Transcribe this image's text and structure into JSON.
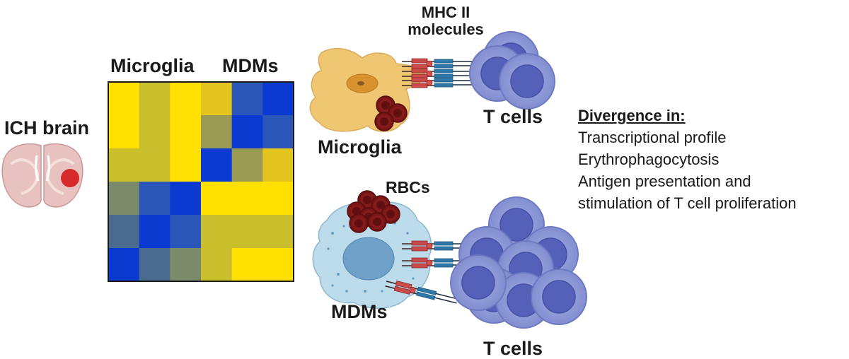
{
  "labels": {
    "ich_brain": "ICH brain",
    "heatmap_microglia": "Microglia",
    "heatmap_mdms": "MDMs",
    "mhc_line1": "MHC II",
    "mhc_line2": "molecules",
    "t_cells_top": "T cells",
    "microglia_cell": "Microglia",
    "rbcs": "RBCs",
    "mdms_cell": "MDMs",
    "t_cells_bottom": "T cells"
  },
  "divergence": {
    "heading": "Divergence in:",
    "items": [
      "Transcriptional profile",
      "Erythrophagocytosis",
      "Antigen presentation and",
      "stimulation of T cell proliferation"
    ]
  },
  "heatmap": {
    "rows": 6,
    "cols": 6,
    "cells": [
      [
        "#ffe000",
        "#c9bf2c",
        "#ffe000",
        "#e4c520",
        "#2a56b8",
        "#0a3ad0"
      ],
      [
        "#ffe000",
        "#c9bf2c",
        "#ffe000",
        "#9a9a55",
        "#0a3ad0",
        "#2a56b8"
      ],
      [
        "#c9bf2c",
        "#c9bf2c",
        "#ffe000",
        "#0a3ad0",
        "#9a9a55",
        "#e4c520"
      ],
      [
        "#7a8a6a",
        "#2a56b8",
        "#0a3ad0",
        "#ffe000",
        "#ffe000",
        "#ffe000"
      ],
      [
        "#4a6a90",
        "#0a3ad0",
        "#2a56b8",
        "#c9bf2c",
        "#c9bf2c",
        "#c9bf2c"
      ],
      [
        "#0a3ad0",
        "#4a6a90",
        "#7a8a6a",
        "#c9bf2c",
        "#ffe000",
        "#ffe000"
      ]
    ]
  },
  "colors": {
    "microglia": "#efc36a",
    "mdm": "#bcdcec",
    "rbc": "#8a1c1c",
    "t_cell": "#8f9bd8",
    "t_cell_nucleus": "#5560b8",
    "mhc_red": "#cc4a4a",
    "mhc_blue": "#2e78a8",
    "lesion": "#d72a2a",
    "brain": "#e8c2c0"
  }
}
